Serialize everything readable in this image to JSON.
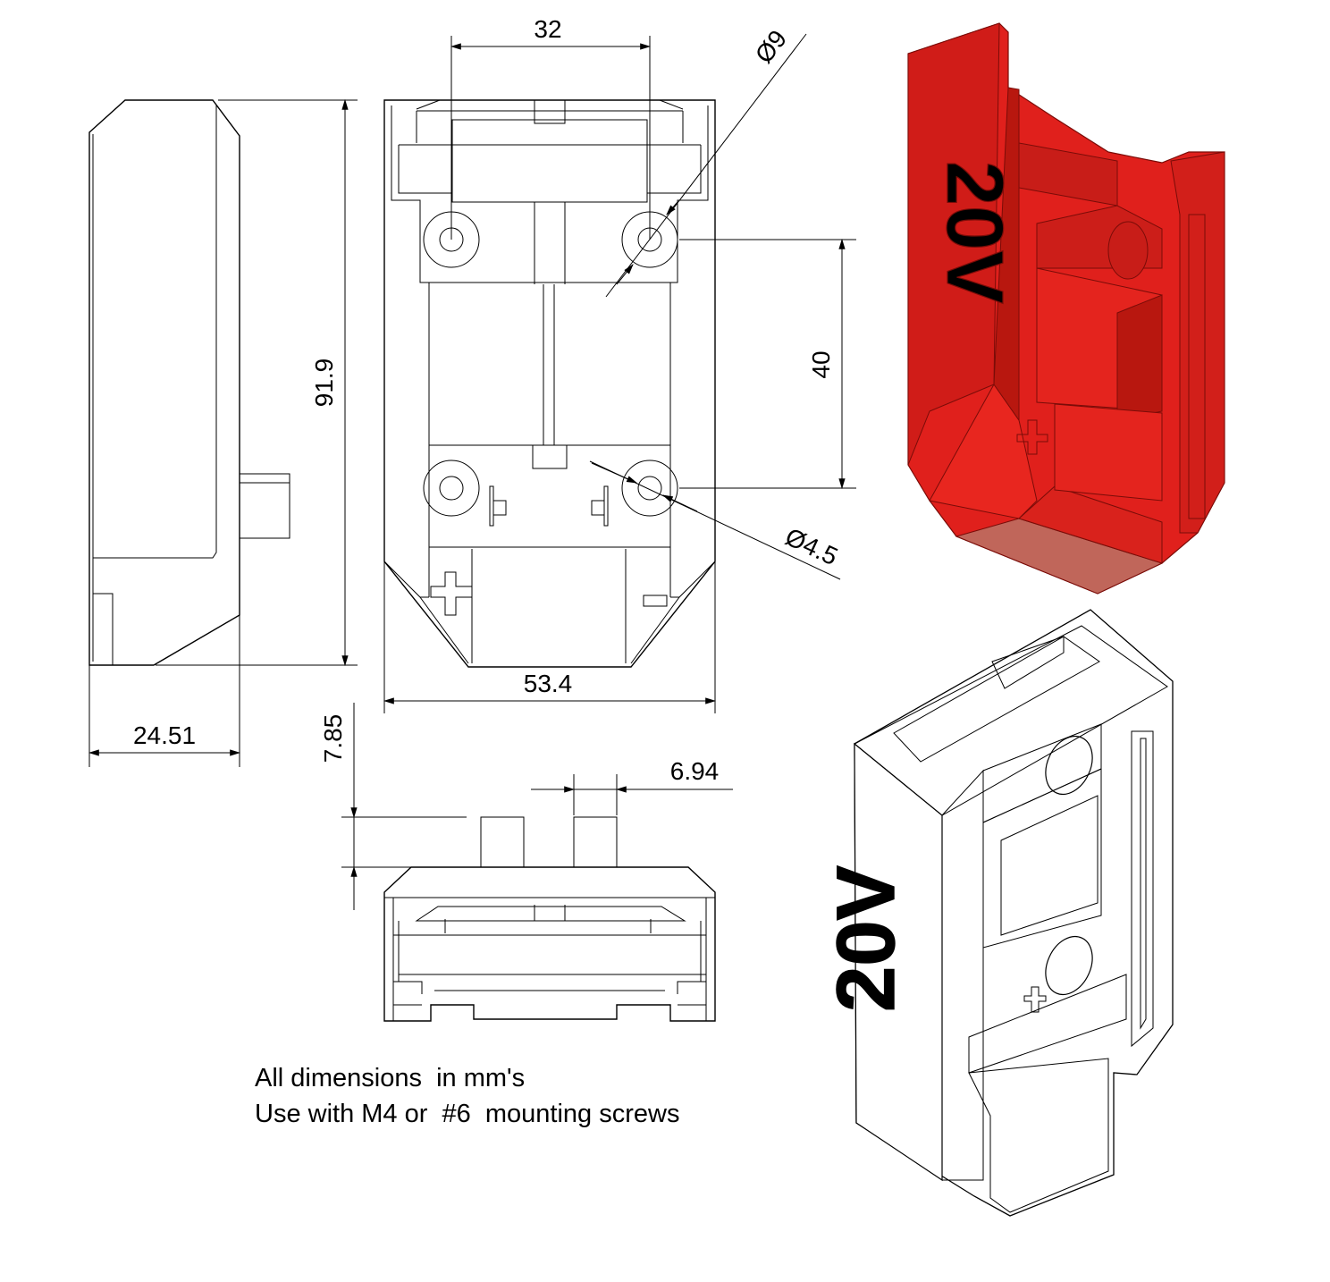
{
  "dimensions": {
    "hole_spacing_width": "32",
    "large_hole_diameter": "Ø9",
    "overall_height": "91.9",
    "hole_spacing_height": "40",
    "small_hole_diameter": "Ø4.5",
    "overall_width": "53.4",
    "side_depth": "24.51",
    "tab_height": "7.85",
    "tab_width": "6.94"
  },
  "terminal_marks": {
    "positive": "+",
    "negative": "−"
  },
  "render_label": "20V",
  "notes": {
    "line1": "All dimensions  in mm's",
    "line2": "Use with M4 or  #6  mounting screws"
  },
  "colors": {
    "render_red": "#e0201c",
    "render_dark": "#a8140f",
    "render_shadow": "#c0665a",
    "line": "#000000"
  }
}
